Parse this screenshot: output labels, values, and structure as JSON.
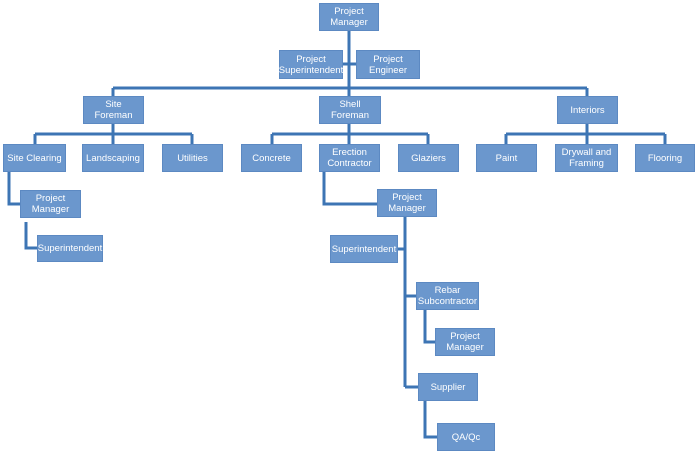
{
  "nodes": {
    "project_manager_top": "Project\nManager",
    "project_superintendent": "Project\nSuperintendent",
    "project_engineer": "Project\nEngineer",
    "site_foreman": "Site Foreman",
    "shell_foreman": "Shell Foreman",
    "interiors": "Interiors",
    "site_clearing": "Site Clearing",
    "landscaping": "Landscaping",
    "utilities": "Utilities",
    "concrete": "Concrete",
    "erection_contractor": "Erection\nContractor",
    "glaziers": "Glaziers",
    "paint": "Paint",
    "drywall_framing": "Drywall and\nFraming",
    "flooring": "Flooring",
    "site_clearing_pm": "Project\nManager",
    "site_clearing_superintendent": "Superintendent",
    "erection_pm": "Project\nManager",
    "erection_superintendent": "Superintendent",
    "rebar_subcontractor": "Rebar\nSubcontractor",
    "rebar_pm": "Project\nManager",
    "supplier": "Supplier",
    "qa_qc": "QA/Qc"
  },
  "colors": {
    "box_fill": "#6b97cd",
    "box_border": "#5c89c2",
    "connector": "#3d75b4",
    "text": "#ffffff"
  }
}
